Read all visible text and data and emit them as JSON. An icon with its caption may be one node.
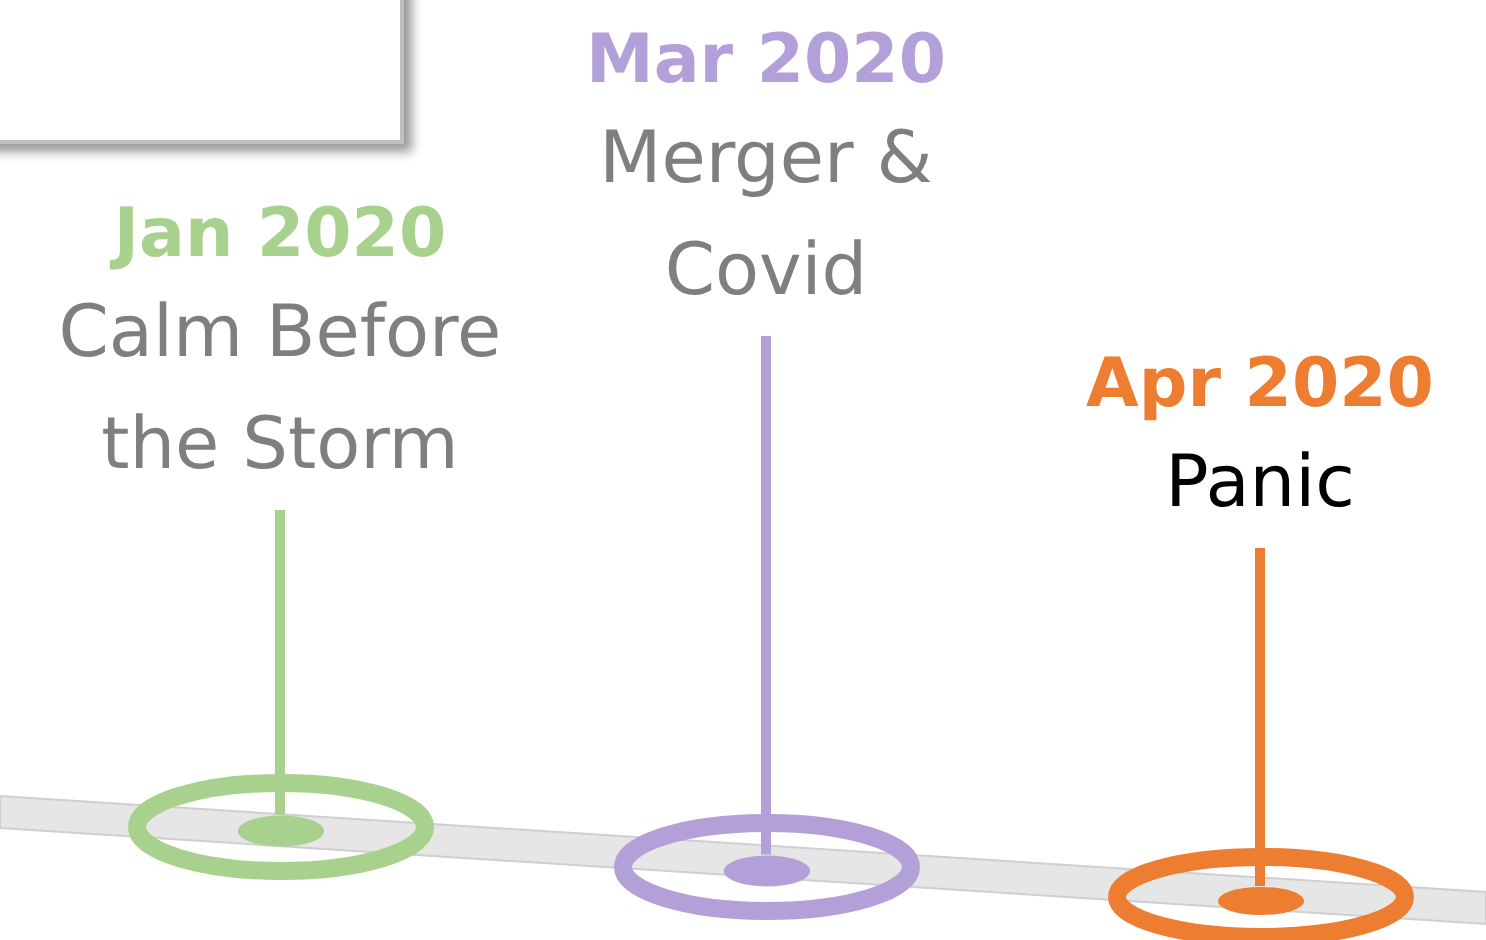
{
  "diagram": {
    "nodes": [
      {
        "text": [],
        "shape": "box"
      },
      {
        "text": [
          "Jan 2020",
          "Calm Before the Storm"
        ]
      },
      {
        "text": [
          "Mar 2020",
          "Merger & Covid"
        ]
      },
      {
        "text": [
          "Apr 2020",
          "Panic"
        ]
      },
      {
        "text": [],
        "shape": "circle"
      },
      {
        "text": [],
        "shape": "circle"
      },
      {
        "text": [],
        "shape": "circle"
      }
    ],
    "edges": [
      {
        "from": 1,
        "to": 4,
        "arrow": "none",
        "color": "#a9d18e"
      },
      {
        "from": 2,
        "to": 5,
        "arrow": "none",
        "color": "#b4a0d8"
      },
      {
        "from": 3,
        "to": 6,
        "arrow": "none",
        "color": "#ed7d31"
      }
    ]
  }
}
